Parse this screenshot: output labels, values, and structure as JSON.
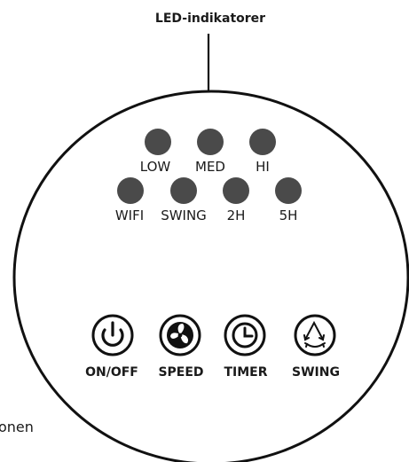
{
  "callout": {
    "label": "LED-indikatorer"
  },
  "edge_text": "onen",
  "speed_leds": [
    {
      "label": "LOW",
      "color": "#4a4a4a"
    },
    {
      "label": "MED",
      "color": "#4a4a4a"
    },
    {
      "label": "HI",
      "color": "#4a4a4a"
    }
  ],
  "status_leds": [
    {
      "label": "WIFI",
      "color": "#4a4a4a"
    },
    {
      "label": "SWING",
      "color": "#4a4a4a"
    },
    {
      "label": "2H",
      "color": "#4a4a4a"
    },
    {
      "label": "5H",
      "color": "#4a4a4a"
    }
  ],
  "buttons": [
    {
      "label": "ON/OFF",
      "icon": "power-icon"
    },
    {
      "label": "SPEED",
      "icon": "fan-icon"
    },
    {
      "label": "TIMER",
      "icon": "clock-icon"
    },
    {
      "label": "SWING",
      "icon": "swing-arrows-icon"
    }
  ],
  "colors": {
    "outline": "#111111",
    "led": "#4a4a4a",
    "background": "#ffffff"
  }
}
